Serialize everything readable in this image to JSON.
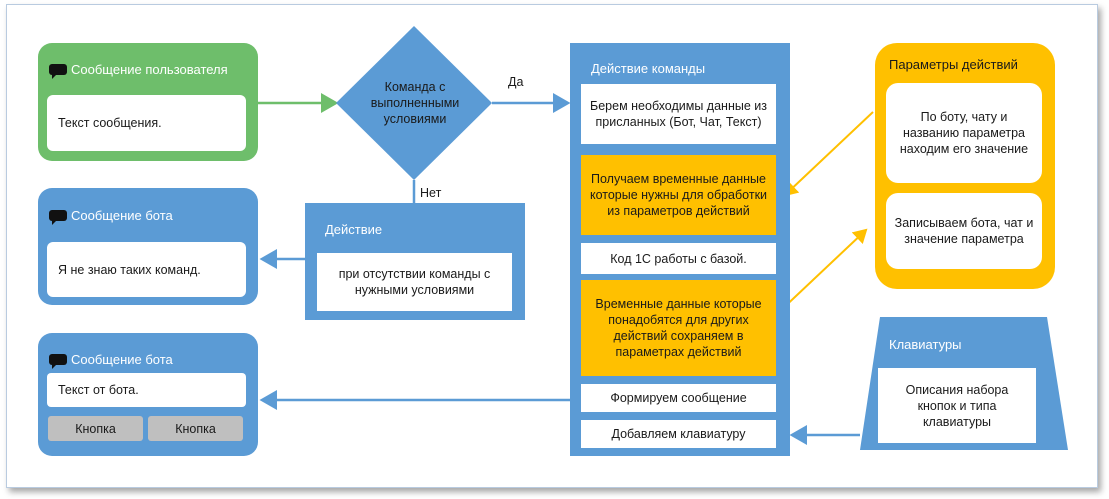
{
  "user_message": {
    "title": "Сообщение пользователя",
    "text": "Текст сообщения."
  },
  "decision": {
    "text": "Команда с выполненными условиями",
    "yes": "Да",
    "no": "Нет"
  },
  "bot_message_1": {
    "title": "Сообщение бота",
    "text": "Я не знаю таких команд."
  },
  "action": {
    "title": "Действие",
    "text": "при отсутствии команды с нужными условиями"
  },
  "bot_message_2": {
    "title": "Сообщение бота",
    "text": "Текст от бота.",
    "buttons": [
      "Кнопка",
      "Кнопка"
    ]
  },
  "command_action": {
    "title": "Действие команды",
    "steps": [
      "Берем необходимы данные из присланных (Бот, Чат, Текст)",
      "Получаем временные данные которые нужны для обработки из параметров действий",
      "Код 1С работы с базой.",
      "Временные данные которые понадобятся для других действий сохраняем в параметрах действий",
      "Формируем сообщение",
      "Добавляем клавиатуру"
    ]
  },
  "action_params": {
    "title": "Параметры действий",
    "items": [
      "По боту, чату и названию параметра находим его значение",
      "Записываем бота, чат и значение параметра"
    ]
  },
  "keyboards": {
    "title": "Клавиатуры",
    "text": "Описания набора кнопок и типа клавиатуры"
  },
  "colors": {
    "green": "#6ebe6b",
    "blue": "#5b9bd5",
    "orange": "#ffc000"
  }
}
